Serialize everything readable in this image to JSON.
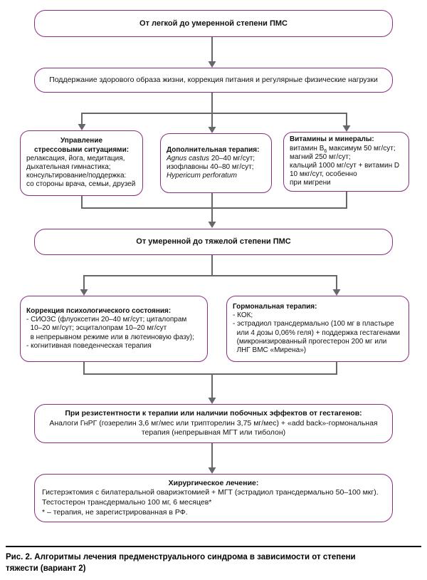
{
  "colors": {
    "box_border": "#8c2d80",
    "connector": "#66676a",
    "text": "#111111"
  },
  "nodes": {
    "mild": {
      "title": "От легкой до умеренной степени ПМС"
    },
    "lifestyle": {
      "text": "Поддержание здорового образа жизни, коррекция питания и регулярные физические нагрузки"
    },
    "stress": {
      "title": "Управление\nстрессовыми ситуациями:",
      "body": "релаксация, йога, медитация,\nдыхательная гимнастика;\nконсультирование/поддержка:\nсо стороны врача, семьи, друзей"
    },
    "additional": {
      "title": "Дополнительная терапия:",
      "line1_italic": "Agnus castus",
      "line1_rest": " 20–40 мг/сут;",
      "line2": "изофлавоны 40–80 мг/сут;",
      "line3_italic": "Hypericum perforatum"
    },
    "vitamins": {
      "title": "Витамины и минералы:",
      "line1_pre": "витамин B",
      "line1_sub": "6",
      "line1_post": " максимум 50 мг/сут;",
      "rest": "магний 250 мг/сут;\nкальций 1000 мг/сут + витамин D\n10 мкг/сут, особенно\nпри мигрени"
    },
    "moderate": {
      "title": "От умеренной до тяжелой степени ПМС"
    },
    "psych": {
      "title": "Коррекция психологического состояния:",
      "body": "- СИОЗС (флуоксетин 20–40 мг/сут; циталопрам\n  10–20 мг/сут; эсциталопрам 10–20 мг/сут\n  в непрерывном режиме или в лютеиновую фазу);\n- когнитивная поведенческая терапия"
    },
    "hormonal": {
      "title": "Гормональная терапия:",
      "body": "- КОК;\n- эстрадиол трансдермально (100 мг в пластыре\n  или 4 дозы 0,06% геля) + поддержка гестагенами\n  (микронизированный прогестерон 200 мг или\n  ЛНГ ВМС «Мирена»)"
    },
    "resistant": {
      "title": "При резистентности к терапии или наличии побочных эффектов от гестагенов:",
      "body": "Аналоги ГнРГ (гозерелин 3,6 мг/мес или трипторелин 3,75 мг/мес) + «add back»-гормональная\nтерапия (непрерывная МГТ или тиболон)"
    },
    "surgical": {
      "title": "Хирургическое лечение:",
      "body": "Гистерэктомия с билатеральной овариэктомией + МГТ (эстрадиол трансдермально 50–100 мкг).\nТестостерон трансдермально 100 мг, 6 месяцев*\n* – терапия, не зарегистрированная в РФ."
    }
  },
  "figure": {
    "caption": "Рис. 2. Алгоритмы лечения предменструального синдрома в зависимости от степени\nтяжести (вариант 2)"
  }
}
